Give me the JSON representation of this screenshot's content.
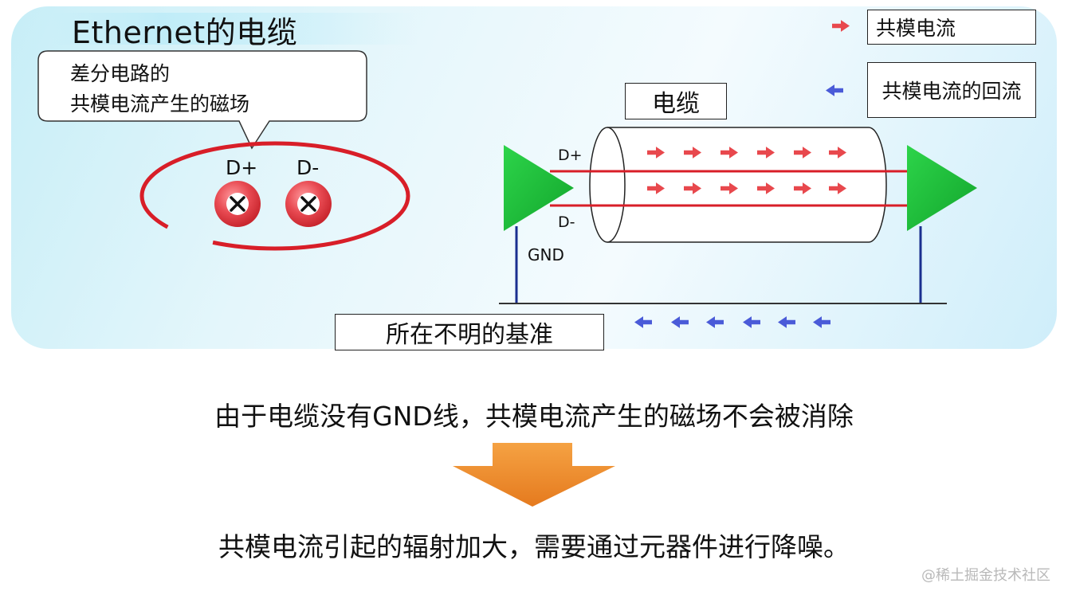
{
  "title": "Ethernet的电缆",
  "callout": {
    "line1": "差分电路的",
    "line2": "共模电流产生的磁场"
  },
  "conductors": {
    "plus": "D+",
    "minus": "D-"
  },
  "cable_label": "电缆",
  "wire_labels": {
    "plus": "D+",
    "minus": "D-",
    "ground": "GND"
  },
  "reference_label": "所在不明的基准",
  "legend": {
    "common_mode": "共模电流",
    "return": "共模电流的回流"
  },
  "colors": {
    "common_mode_arrow": "#e8484d",
    "return_arrow": "#4a5bd8",
    "triangle": "#1fbf3a",
    "field_loop": "#d81e28",
    "ground_line": "#1a2f8f",
    "down_arrow": "#ef8a2a"
  },
  "icons": {
    "conductor_marker": "cross-in-circle-icon",
    "flow_marker": "arrow-right-icon",
    "return_marker": "arrow-left-icon",
    "driver": "triangle-buffer-icon",
    "transition": "arrow-down-icon"
  },
  "statement": "由于电缆没有GND线，共模电流产生的磁场不会被消除",
  "conclusion": "共模电流引起的辐射加大，需要通过元器件进行降噪。",
  "watermark": "@稀土掘金技术社区"
}
